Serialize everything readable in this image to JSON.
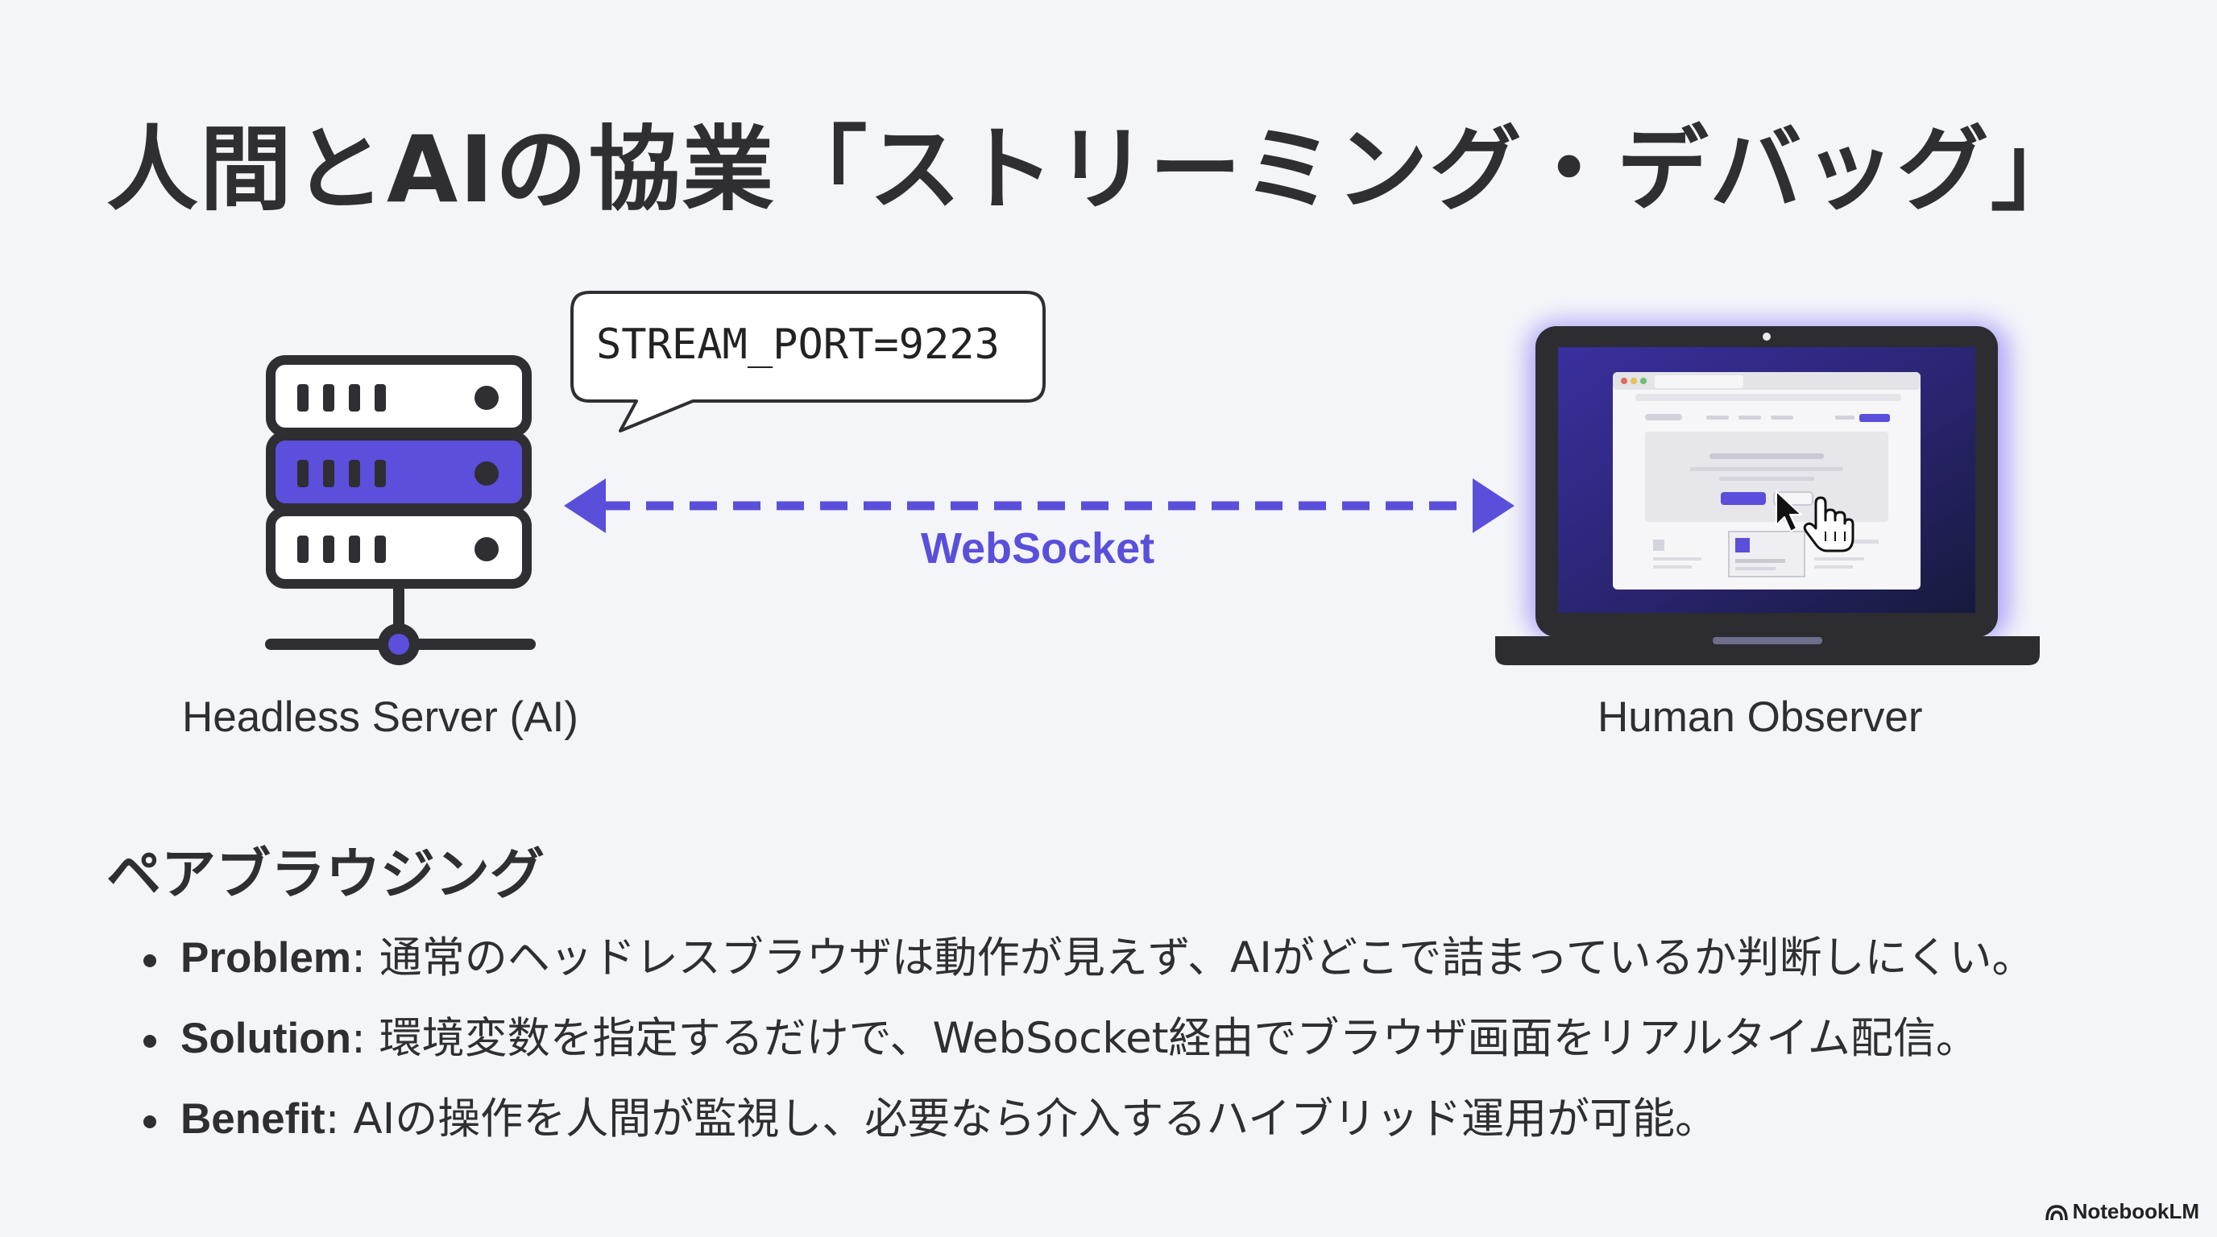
{
  "title": "人間とAIの協業「ストリーミング・デバッグ」",
  "diagram": {
    "server_caption": "Headless Server (AI)",
    "observer_caption": "Human Observer",
    "speech_bubble": "STREAM_PORT=9223",
    "connection_label": "WebSocket",
    "server_icon": "server-rack-icon",
    "observer_icon": "laptop-icon"
  },
  "section": {
    "heading": "ペアブラウジング",
    "bullets": [
      {
        "key": "Problem",
        "text": ": 通常のヘッドレスブラウザは動作が見えず、AIがどこで詰まっているか判断しにくい。"
      },
      {
        "key": "Solution",
        "text": ": 環境変数を指定するだけで、WebSocket経由でブラウザ画面をリアルタイム配信。"
      },
      {
        "key": "Benefit",
        "text": ": AIの操作を人間が監視し、必要なら介入するハイブリッド運用が可能。"
      }
    ]
  },
  "brand": {
    "label": "NotebookLM",
    "icon": "notebooklm-logo-icon"
  },
  "colors": {
    "accent": "#5a4fdb",
    "text": "#2e2e33",
    "background": "#f4f5f9"
  }
}
